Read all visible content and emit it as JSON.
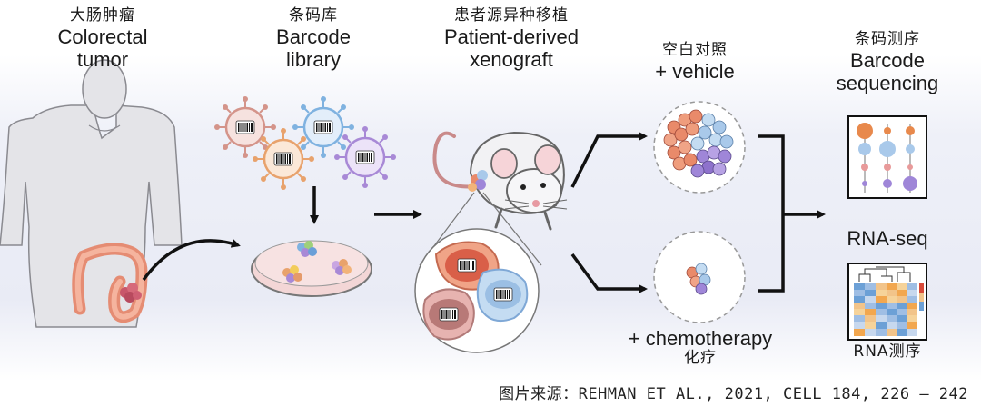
{
  "stage_tumor": {
    "zh": "大肠肿瘤",
    "en": [
      "Colorectal",
      "tumor"
    ]
  },
  "stage_library": {
    "zh": "条码库",
    "en": [
      "Barcode",
      "library"
    ]
  },
  "stage_pdx": {
    "zh": "患者源异种移植",
    "en": [
      "Patient-derived",
      "xenograft"
    ]
  },
  "branch_control": {
    "zh": "空白对照",
    "en": "+ vehicle"
  },
  "branch_chemo": {
    "en": "+ chemotherapy",
    "zh": "化疗"
  },
  "barcode_seq": {
    "zh": "条码测序",
    "en": [
      "Barcode",
      "sequencing"
    ]
  },
  "rna_seq": {
    "en": "RNA-seq",
    "zh": "RNA测序"
  },
  "source_credit": "图片来源：REHMAN ET AL., 2021, CELL 184, 226 – 242",
  "colors": {
    "virus": [
      "#d4948a",
      "#e8a26c",
      "#7fb2e0",
      "#a889d6"
    ],
    "cell_orange": "#e98a6a",
    "cell_blue": "#a9c9ea",
    "cell_purple": "#9f86d8",
    "heat_low": "#6ca0d6",
    "heat_high": "#f2a74f"
  }
}
